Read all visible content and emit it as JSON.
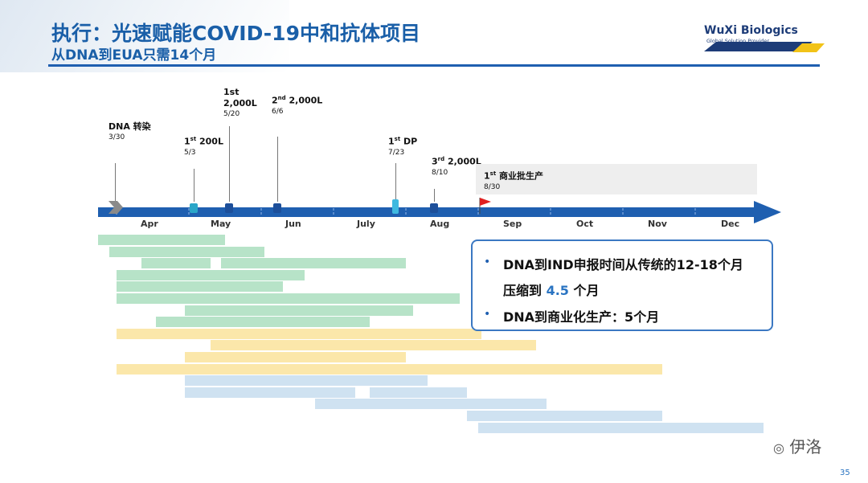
{
  "title": "执行：光速赋能COVID-19中和抗体项目",
  "subtitle": "从DNA到EUA只需14个月",
  "logo": {
    "name": "WuXi Biologics",
    "tagline": "Global Solution Provider"
  },
  "milestones": [
    {
      "line1": "DNA 转染",
      "date": "3/30"
    },
    {
      "ord": "1",
      "sup": "st",
      "label": " 200L",
      "date": "5/3"
    },
    {
      "ord": "1",
      "sup": "st",
      "line2": "2,000L",
      "date": "5/20"
    },
    {
      "ord": "2",
      "sup": "nd",
      "label": " 2,000L",
      "date": "6/6"
    },
    {
      "ord": "1",
      "sup": "st",
      "label": " DP",
      "date": "7/23"
    },
    {
      "ord": "3",
      "sup": "rd",
      "label": " 2,000L",
      "date": "8/10"
    },
    {
      "ord": "1",
      "sup": "st",
      "label": " 商业批生产",
      "date": "8/30"
    }
  ],
  "months": [
    "Apr",
    "May",
    "Jun",
    "July",
    "Aug",
    "Sep",
    "Oct",
    "Nov",
    "Dec"
  ],
  "callout": {
    "bullet1_a": "DNA到IND申报时间从传统的12-18个月",
    "bullet1_b": "压缩到 ",
    "bullet1_highlight": "4.5",
    "bullet1_c": " 个月",
    "bullet2": "DNA到商业化生产：5个月"
  },
  "watermark": "伊洛",
  "page_number": "35",
  "colors": {
    "accent": "#1f5fb0",
    "green": "#b7e3c8",
    "yellow": "#fbe7aa",
    "blue": "#cfe2f1"
  },
  "gantt": [
    {
      "color": "green",
      "segments": [
        [
          0.0,
          1.75
        ]
      ]
    },
    {
      "color": "green",
      "segments": [
        [
          0.15,
          2.3
        ]
      ]
    },
    {
      "color": "green",
      "segments": [
        [
          0.6,
          1.55
        ],
        [
          1.7,
          4.25
        ]
      ]
    },
    {
      "color": "green",
      "segments": [
        [
          0.25,
          2.85
        ]
      ]
    },
    {
      "color": "green",
      "segments": [
        [
          0.25,
          2.55
        ]
      ]
    },
    {
      "color": "green",
      "segments": [
        [
          0.25,
          5.0
        ]
      ]
    },
    {
      "color": "green",
      "segments": [
        [
          1.2,
          4.35
        ]
      ]
    },
    {
      "color": "green",
      "segments": [
        [
          0.8,
          3.75
        ]
      ]
    },
    {
      "color": "yellow",
      "segments": [
        [
          0.25,
          5.3
        ]
      ]
    },
    {
      "color": "yellow",
      "segments": [
        [
          1.55,
          6.05
        ]
      ]
    },
    {
      "color": "yellow",
      "segments": [
        [
          1.2,
          4.25
        ]
      ]
    },
    {
      "color": "yellow",
      "segments": [
        [
          0.25,
          7.8
        ]
      ]
    },
    {
      "color": "blue",
      "segments": [
        [
          1.2,
          4.55
        ]
      ]
    },
    {
      "color": "blue",
      "segments": [
        [
          1.2,
          3.55
        ],
        [
          3.75,
          5.1
        ]
      ]
    },
    {
      "color": "blue",
      "segments": [
        [
          3.0,
          6.2
        ]
      ]
    },
    {
      "color": "blue",
      "segments": [
        [
          5.1,
          7.8
        ]
      ]
    },
    {
      "color": "blue",
      "segments": [
        [
          5.25,
          9.2
        ]
      ]
    }
  ]
}
